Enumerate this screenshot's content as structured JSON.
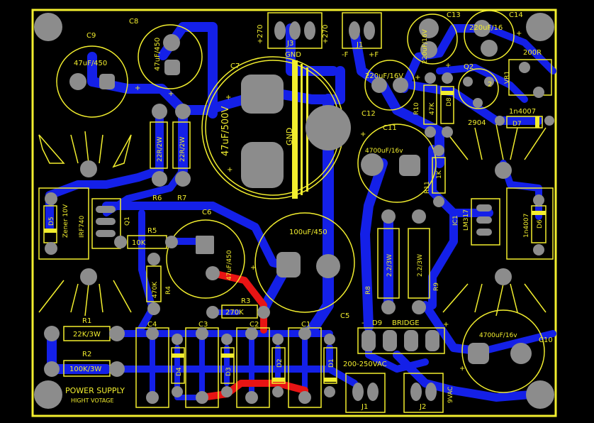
{
  "colors": {
    "background": "#000000",
    "silkscreen": "#f2ee2e",
    "trace_blue": "#1420e8",
    "trace_red": "#e81414",
    "pad_gray": "#8c8c8c"
  },
  "board": {
    "title": "POWER SUPPLY",
    "subtitle": "HIGHT VOTAGE"
  },
  "labels": {
    "c9": "C9",
    "c9v": "47uF/450",
    "c8": "C8",
    "c8v": "47uF/450",
    "c7": "C7",
    "c7v": "47uF/500V",
    "gnd_c7": "GND",
    "j3": "J3",
    "j3gnd": "GND",
    "p270a": "+270",
    "p270b": "+270",
    "j1top": "J1",
    "nf": "-F",
    "pf": "+F",
    "c13": "C13",
    "c13v": "220uF/16V",
    "c14": "C14",
    "c14v": "220uF/16",
    "c12v": "220uF/16V",
    "c12": "C12",
    "r10": "R10",
    "r10v": "47K",
    "d8": "D8",
    "q2": "Q2",
    "q2pin": "2",
    "q2part": "2904",
    "vr1": "VR1",
    "vr1v": "200R",
    "d7": "D7",
    "d7v": "1n4007",
    "c11": "C11",
    "c11v": "4700uF/16v",
    "r11": "R11",
    "r11v": "1K",
    "r6": "R6",
    "r6v": "22R/2W",
    "r7": "R7",
    "r7v": "22R/2W",
    "d5": "D5",
    "zener": "Zener 10V",
    "irf": "IRF740",
    "q1": "Q1",
    "r5": "R5",
    "r5v": "10K",
    "c6": "C6",
    "c6v": "47uF/450",
    "r4": "R4",
    "r4v": "470K",
    "c5big": "100uF/450",
    "c5": "C5",
    "r3": "R3",
    "r3v": "270K",
    "ic1": "IC1",
    "lm317": "LM317",
    "d6": "D6",
    "d6v": "1n4007",
    "r8": "R8",
    "r8v": "2.2/3W",
    "r9": "R9",
    "r9v": "2.2/3W",
    "r1": "R1",
    "r1v": "22K/3W",
    "r2": "R2",
    "r2v": "100K/3W",
    "c4": "C4",
    "c3": "C3",
    "c2": "C2",
    "c1": "C1",
    "d4": "D4",
    "d3": "D3",
    "d2": "D2",
    "d1": "D1",
    "d9": "D9",
    "bridge": "BRIDGE",
    "ac250": "200-250VAC",
    "j1": "J1",
    "j2": "J2",
    "vac9": "9VAC",
    "c10": "C10",
    "c10v": "4700uF/16v",
    "plus": "+",
    "minus": "-"
  }
}
